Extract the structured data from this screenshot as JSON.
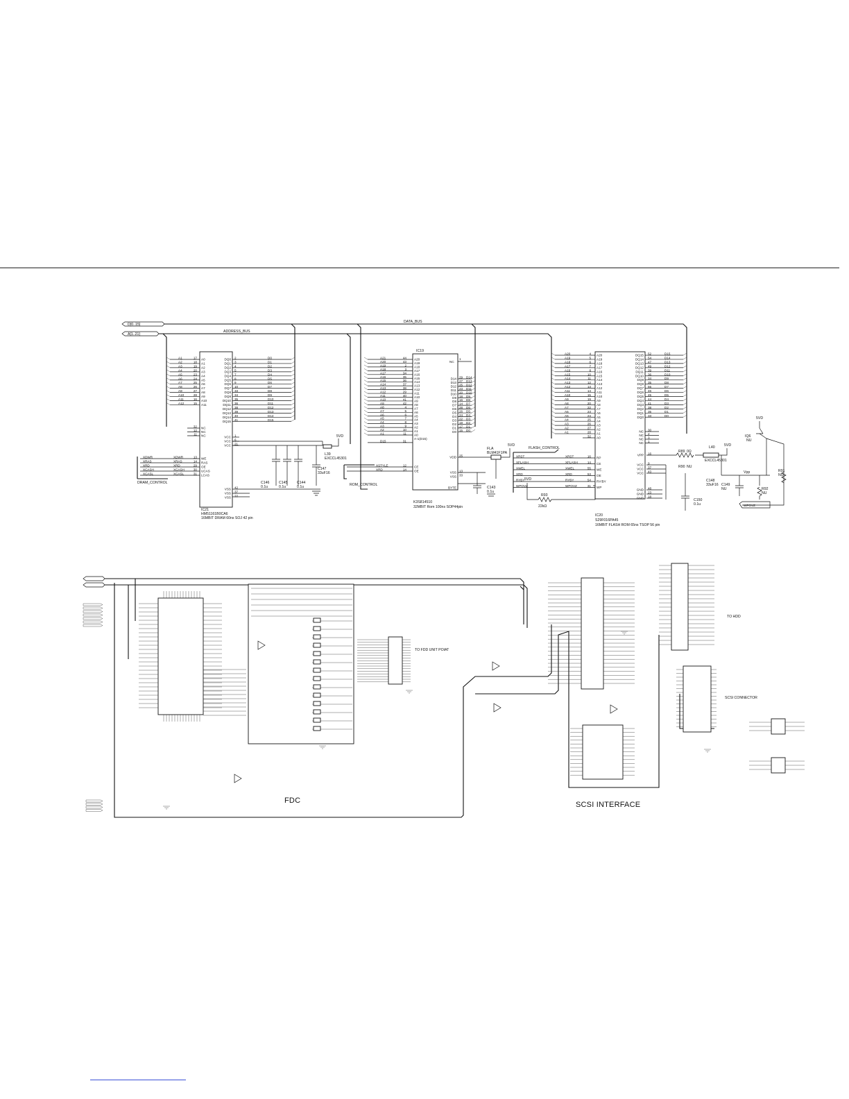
{
  "buses": {
    "data_bus": "DATA_BUS",
    "address_bus": "ADDRESS_BUS",
    "data_port": "D[0..15]",
    "address_port": "A[1..21]"
  },
  "ic21": {
    "ref": "IC21",
    "part": "HM51161B0CA6",
    "desc": "16MBIT DRAM 60ns SOJ 42 pin",
    "bus_label": "DRAM_CONTROL",
    "addr_nets": [
      "A1",
      "A2",
      "A3",
      "A4",
      "A5",
      "A6",
      "A7",
      "A8",
      "A9",
      "A10",
      "A11",
      "A12"
    ],
    "addr_pins": [
      "17",
      "18",
      "19",
      "20",
      "23",
      "24",
      "25",
      "26",
      "27",
      "28",
      "16",
      "15"
    ],
    "addr_names": [
      "A0",
      "A1",
      "A2",
      "A3",
      "A4",
      "A5",
      "A6",
      "A7",
      "A8",
      "A9",
      "A10",
      "A11"
    ],
    "dq_names": [
      "DQ0",
      "DQ1",
      "DQ2",
      "DQ3",
      "DQ4",
      "DQ5",
      "DQ6",
      "DQ7",
      "DQ8",
      "DQ9",
      "DQ10",
      "DQ11",
      "DQ12",
      "DQ13",
      "DQ14",
      "DQ15"
    ],
    "dq_pins": [
      "2",
      "3",
      "4",
      "5",
      "7",
      "8",
      "9",
      "10",
      "33",
      "34",
      "35",
      "36",
      "38",
      "39",
      "40",
      "41"
    ],
    "dq_nets": [
      "D0",
      "D1",
      "D2",
      "D3",
      "D4",
      "D5",
      "D6",
      "D7",
      "D8",
      "D9",
      "D10",
      "D11",
      "D12",
      "D13",
      "D14",
      "D15"
    ],
    "nc_pins": [
      "32",
      "12",
      "11"
    ],
    "nc_names": [
      "NC",
      "NC",
      "NC"
    ],
    "vcc_pins": [
      "1",
      "6",
      "21"
    ],
    "vcc_names": [
      "VCC",
      "VCC",
      "VCC"
    ],
    "vss_pins": [
      "42",
      "37",
      "22"
    ],
    "vss_names": [
      "VSS",
      "VSS",
      "VSS"
    ],
    "ctrl_nets": [
      "XDWR",
      "XRAS",
      "XRD",
      "XCASH",
      "XCASL"
    ],
    "ctrl_names": [
      "XDWR",
      "XRAS",
      "XRD",
      "XCASH",
      "XCASL"
    ],
    "ctrl_pins": [
      "13",
      "14",
      "29",
      "30",
      "31"
    ],
    "ctrl_pin_names": [
      "WE",
      "RAS",
      "OE",
      "UCAS",
      "LCAS"
    ]
  },
  "ic19": {
    "ref": "IC19",
    "part": "K3S814510",
    "desc": "32MBIT Rom 100ns SOP44pin",
    "bus_label": "ROM_CONTROL",
    "nc_name": "NC",
    "nc_pin": "1",
    "addr_nets": [
      "A21",
      "A20",
      "A19",
      "A18",
      "A17",
      "A16",
      "A15",
      "A14",
      "A13",
      "A12",
      "A11",
      "A10",
      "A9",
      "A8",
      "A7",
      "A6",
      "A5",
      "A4",
      "A3",
      "A2",
      "A1"
    ],
    "addr_pins": [
      "44",
      "43",
      "2",
      "3",
      "34",
      "35",
      "36",
      "37",
      "38",
      "29",
      "40",
      "41",
      "42",
      "4",
      "5",
      "6",
      "7",
      "8",
      "9",
      "10",
      "11"
    ],
    "addr_names": [
      "A20",
      "A19",
      "A18",
      "A17",
      "A16",
      "A15",
      "A14",
      "A13",
      "A12",
      "A11",
      "A10",
      "A9",
      "A8",
      "A7",
      "A6",
      "A5",
      "A4",
      "A3",
      "A2",
      "A1",
      "A0"
    ],
    "a1_name": "A-1(D15)",
    "d15_net": "D15",
    "d15_pin": "31",
    "data_names": [
      "D14",
      "D13",
      "D12",
      "D11",
      "D10",
      "D9",
      "D8",
      "D7",
      "D6",
      "D5",
      "D4",
      "D3",
      "D2",
      "D1",
      "D0"
    ],
    "data_pins": [
      "29",
      "27",
      "25",
      "23",
      "20",
      "18",
      "16",
      "14",
      "28",
      "26",
      "24",
      "22",
      "19",
      "17",
      "15"
    ],
    "data_nets": [
      "D14",
      "D13",
      "D12",
      "D11",
      "D10",
      "D9",
      "D8",
      "D7",
      "D6",
      "D5",
      "D4",
      "D3",
      "D2",
      "D1",
      "D0"
    ],
    "ctrl_nets": [
      "XSTYLE",
      "XRD"
    ],
    "ctrl_pins": [
      "12",
      "14"
    ],
    "ctrl_pin_names": [
      "CE",
      "OE"
    ],
    "pwr_names": [
      "VDD",
      "VSS",
      "VSS",
      "BYTE"
    ],
    "pwr_pins": [
      "25",
      "13",
      "33"
    ]
  },
  "ic20": {
    "ref": "IC20",
    "part": "S29F016PA45",
    "desc": "16MBIT FLASH ROM 65ns TSOP 56 pin",
    "bus_label": "FLASH_CONTROL",
    "addr_nets": [
      "A20",
      "A19",
      "A18",
      "A17",
      "A16",
      "A15",
      "A14",
      "A13",
      "A12",
      "A11",
      "A10",
      "A9",
      "A8",
      "A7",
      "A6",
      "A5",
      "A4",
      "A3",
      "A2",
      "A1"
    ],
    "addr_pins": [
      "4",
      "5",
      "6",
      "7",
      "8",
      "10",
      "11",
      "12",
      "13",
      "14",
      "15",
      "19",
      "20",
      "22",
      "23",
      "24",
      "25",
      "26",
      "27",
      "28"
    ],
    "addr_names": [
      "A20",
      "A19",
      "A18",
      "A17",
      "A16",
      "A15",
      "A14",
      "A13",
      "A12",
      "A11",
      "A10",
      "A9",
      "A8",
      "A7",
      "A6",
      "A5",
      "A4",
      "A3",
      "A2",
      "A1"
    ],
    "a0_name": "A0",
    "a0_pin": "32",
    "dq_names": [
      "DQ15",
      "DQ14",
      "DQ13",
      "DQ12",
      "DQ11",
      "DQ10",
      "DQ9",
      "DQ8",
      "DQ7",
      "DQ6",
      "DQ5",
      "DQ4",
      "DQ3",
      "DQ2",
      "DQ1",
      "DQ0"
    ],
    "dq_pins": [
      "52",
      "54",
      "47",
      "49",
      "39",
      "36",
      "34",
      "35",
      "55",
      "46",
      "45",
      "44",
      "41",
      "38",
      "35",
      "33"
    ],
    "dq_nets": [
      "D15",
      "D14",
      "D13",
      "D12",
      "D11",
      "D10",
      "D9",
      "D8",
      "D7",
      "D6",
      "D5",
      "D4",
      "D3",
      "D2",
      "D1",
      "D0"
    ],
    "nc_names": [
      "NC",
      "NC",
      "NC",
      "NC"
    ],
    "nc_pins": [
      "30",
      "2",
      "3",
      "1"
    ],
    "ctrl_nets": [
      "XRST",
      "XFLASH",
      "XWEL",
      "XRD",
      "RYBY",
      "WPOVZ"
    ],
    "ctrl_names": [
      "XRST",
      "XFLASH",
      "XWEL",
      "XRD",
      "RYBY",
      "WPOVZ"
    ],
    "ctrl_pins": [
      "16",
      "14",
      "55",
      "53",
      "54",
      "31"
    ],
    "ctrl_pin_names": [
      "RP",
      "CE",
      "WE",
      "OE",
      "RY/BY",
      "WP"
    ],
    "pwr_names": [
      "VPP",
      "VCC",
      "VCC",
      "VCC",
      "GND",
      "GND",
      "GND"
    ],
    "pwr_pins": [
      "16",
      "9",
      "37",
      "43",
      "48",
      "23",
      "18"
    ],
    "ext_nets": [
      "XRST",
      "XFLASH",
      "XWEL",
      "XRD",
      "RYBY",
      "WPOVZ"
    ]
  },
  "passives": {
    "c146": "C146",
    "c146_v": "0.1u",
    "c145": "C145",
    "c145_v": "0.1u",
    "c144": "C144",
    "c144_v": "0.1u",
    "c147": "C147",
    "c147_v": "33uF16",
    "c143": "C143",
    "c143_v": "0.1u",
    "c149": "C149",
    "c149_v": "NU",
    "c148": "C148",
    "c148_v": "33uF16",
    "c150": "C150",
    "c150_v": "0.1u",
    "l39": "L39",
    "l39_part": "EXCCL45301",
    "l40": "L40",
    "l40_part": "EXCCL45301",
    "fl": "FLA",
    "fl_part": "BLM41F1PA",
    "r89": "R89",
    "r89_v": "0Ω",
    "r90": "R90",
    "r90_v": "NU",
    "r91": "R91",
    "r91_v": "NU",
    "r92": "R92",
    "r92_v": "NU",
    "r93": "R93",
    "r93_v": "22kΩ",
    "q6": "IQ6",
    "q6_v": "NU",
    "vpp": "Vpp",
    "wpovz": "WPOVZ",
    "p5v": "5VD"
  },
  "sections": {
    "fdc": "FDC",
    "scsi": "SCSI INTERFACE",
    "to_fdd": "TO FDD UNIT POIAT",
    "to_hdd": "TO HDD",
    "scsi_conn": "SCSI CONNECTOR"
  }
}
